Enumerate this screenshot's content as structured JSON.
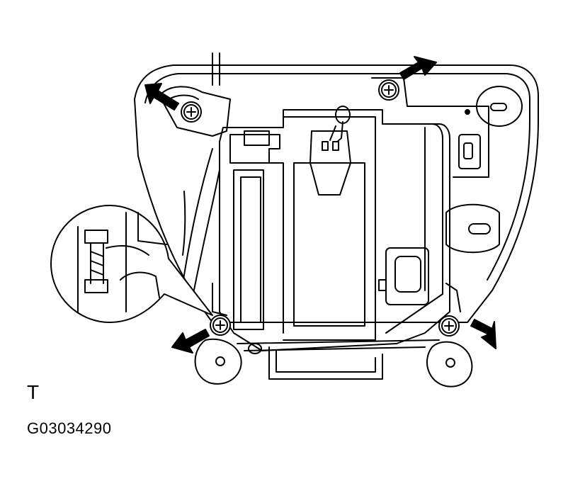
{
  "figure": {
    "orientation_mark": "T",
    "figure_code": "G03034290"
  },
  "screws": [
    {
      "name": "screw-upper-left"
    },
    {
      "name": "screw-upper-right"
    },
    {
      "name": "screw-lower-left"
    },
    {
      "name": "screw-lower-right"
    }
  ],
  "colors": {
    "line": "#000000",
    "background": "#ffffff",
    "arrow": "#000000"
  }
}
